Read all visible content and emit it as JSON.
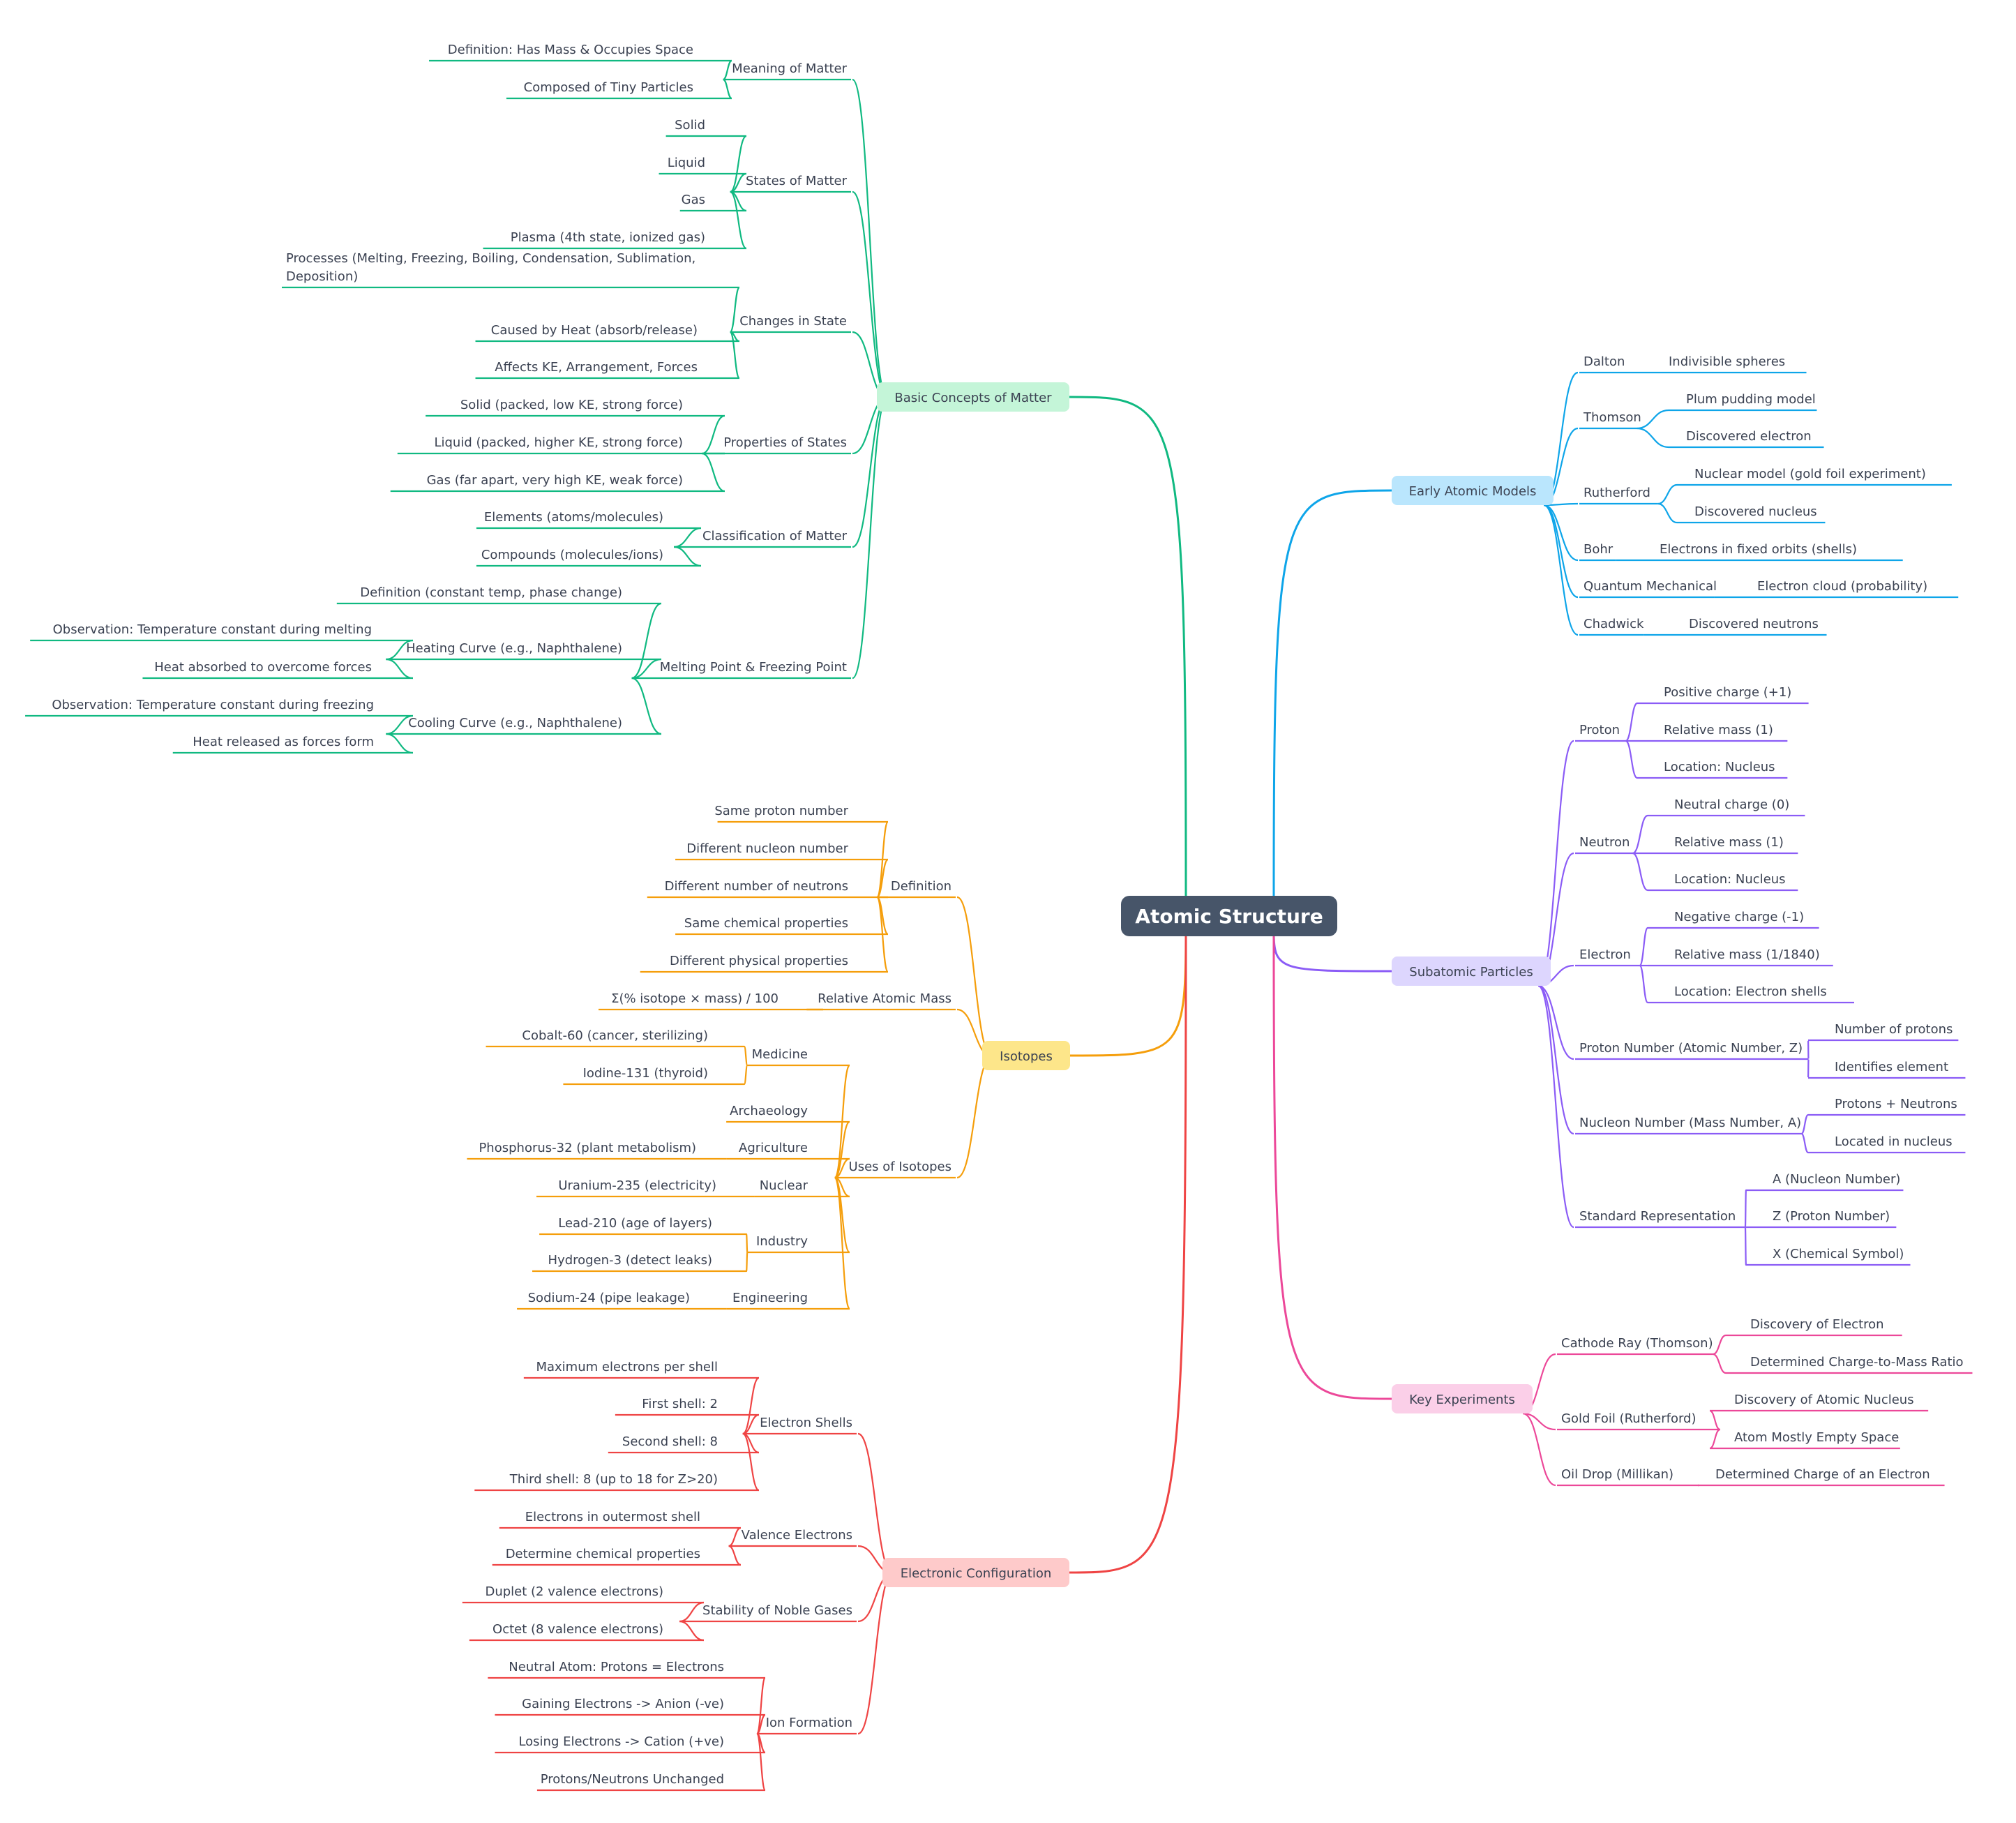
{
  "root": "Atomic Structure",
  "colors": {
    "root_bg": "#475569",
    "text": "#3b4252",
    "matter": "#10b981",
    "matter_bg": "#c4f5d8",
    "isotopes": "#f59e0b",
    "isotopes_bg": "#fde68a",
    "config": "#ef4444",
    "config_bg": "#fecaca",
    "models": "#0ea5e9",
    "models_bg": "#bae6fd",
    "subatomic": "#8b5cf6",
    "subatomic_bg": "#ddd6fe",
    "experiments": "#ec4899",
    "experiments_bg": "#fbcfe8"
  },
  "branches": {
    "matter": {
      "label": "Basic Concepts of Matter",
      "children": [
        {
          "label": "Meaning of Matter",
          "children": [
            {
              "label": "Definition: Has Mass & Occupies Space"
            },
            {
              "label": "Composed of Tiny Particles"
            }
          ]
        },
        {
          "label": "States of Matter",
          "children": [
            {
              "label": "Solid"
            },
            {
              "label": "Liquid"
            },
            {
              "label": "Gas"
            },
            {
              "label": "Plasma (4th state, ionized gas)"
            }
          ]
        },
        {
          "label": "Changes in State",
          "children": [
            {
              "label": "Processes (Melting, Freezing, Boiling, Condensation, Sublimation, Deposition)"
            },
            {
              "label": "Caused by Heat (absorb/release)"
            },
            {
              "label": "Affects KE, Arrangement, Forces"
            }
          ]
        },
        {
          "label": "Properties of States",
          "children": [
            {
              "label": "Solid (packed, low KE, strong force)"
            },
            {
              "label": "Liquid (packed, higher KE, strong force)"
            },
            {
              "label": "Gas (far apart, very high KE, weak force)"
            }
          ]
        },
        {
          "label": "Classification of Matter",
          "children": [
            {
              "label": "Elements (atoms/molecules)"
            },
            {
              "label": "Compounds (molecules/ions)"
            }
          ]
        },
        {
          "label": "Melting Point & Freezing Point",
          "children": [
            {
              "label": "Definition (constant temp, phase change)"
            },
            {
              "label": "Heating Curve (e.g., Naphthalene)",
              "children": [
                {
                  "label": "Observation: Temperature constant during melting"
                },
                {
                  "label": "Heat absorbed to overcome forces"
                }
              ]
            },
            {
              "label": "Cooling Curve (e.g., Naphthalene)",
              "children": [
                {
                  "label": "Observation: Temperature constant during freezing"
                },
                {
                  "label": "Heat released as forces form"
                }
              ]
            }
          ]
        }
      ]
    },
    "isotopes": {
      "label": "Isotopes",
      "children": [
        {
          "label": "Definition",
          "children": [
            {
              "label": "Same proton number"
            },
            {
              "label": "Different nucleon number"
            },
            {
              "label": "Different number of neutrons"
            },
            {
              "label": "Same chemical properties"
            },
            {
              "label": "Different physical properties"
            }
          ]
        },
        {
          "label": "Relative Atomic Mass",
          "children": [
            {
              "label": "Σ(% isotope × mass) / 100"
            }
          ]
        },
        {
          "label": "Uses of Isotopes",
          "children": [
            {
              "label": "Medicine",
              "children": [
                {
                  "label": "Cobalt-60 (cancer, sterilizing)"
                },
                {
                  "label": "Iodine-131 (thyroid)"
                }
              ]
            },
            {
              "label": "Archaeology"
            },
            {
              "label": "Agriculture",
              "children": [
                {
                  "label": "Phosphorus-32 (plant metabolism)"
                }
              ]
            },
            {
              "label": "Nuclear",
              "children": [
                {
                  "label": "Uranium-235 (electricity)"
                }
              ]
            },
            {
              "label": "Industry",
              "children": [
                {
                  "label": "Lead-210 (age of layers)"
                },
                {
                  "label": "Hydrogen-3 (detect leaks)"
                }
              ]
            },
            {
              "label": "Engineering",
              "children": [
                {
                  "label": "Sodium-24 (pipe leakage)"
                }
              ]
            }
          ]
        }
      ]
    },
    "config": {
      "label": "Electronic Configuration",
      "children": [
        {
          "label": "Electron Shells",
          "children": [
            {
              "label": "Maximum electrons per shell"
            },
            {
              "label": "First shell: 2"
            },
            {
              "label": "Second shell: 8"
            },
            {
              "label": "Third shell: 8 (up to 18 for Z>20)"
            }
          ]
        },
        {
          "label": "Valence Electrons",
          "children": [
            {
              "label": "Electrons in outermost shell"
            },
            {
              "label": "Determine chemical properties"
            }
          ]
        },
        {
          "label": "Stability of Noble Gases",
          "children": [
            {
              "label": "Duplet (2 valence electrons)"
            },
            {
              "label": "Octet (8 valence electrons)"
            }
          ]
        },
        {
          "label": "Ion Formation",
          "children": [
            {
              "label": "Neutral Atom: Protons = Electrons"
            },
            {
              "label": "Gaining Electrons -> Anion (-ve)"
            },
            {
              "label": "Losing Electrons -> Cation (+ve)"
            },
            {
              "label": "Protons/Neutrons Unchanged"
            }
          ]
        }
      ]
    },
    "models": {
      "label": "Early Atomic Models",
      "children": [
        {
          "label": "Dalton",
          "children": [
            {
              "label": "Indivisible spheres"
            }
          ]
        },
        {
          "label": "Thomson",
          "children": [
            {
              "label": "Plum pudding model"
            },
            {
              "label": "Discovered electron"
            }
          ]
        },
        {
          "label": "Rutherford",
          "children": [
            {
              "label": "Nuclear model (gold foil experiment)"
            },
            {
              "label": "Discovered nucleus"
            }
          ]
        },
        {
          "label": "Bohr",
          "children": [
            {
              "label": "Electrons in fixed orbits (shells)"
            }
          ]
        },
        {
          "label": "Quantum Mechanical",
          "children": [
            {
              "label": "Electron cloud (probability)"
            }
          ]
        },
        {
          "label": "Chadwick",
          "children": [
            {
              "label": "Discovered neutrons"
            }
          ]
        }
      ]
    },
    "subatomic": {
      "label": "Subatomic Particles",
      "children": [
        {
          "label": "Proton",
          "children": [
            {
              "label": "Positive charge (+1)"
            },
            {
              "label": "Relative mass (1)"
            },
            {
              "label": "Location: Nucleus"
            }
          ]
        },
        {
          "label": "Neutron",
          "children": [
            {
              "label": "Neutral charge (0)"
            },
            {
              "label": "Relative mass (1)"
            },
            {
              "label": "Location: Nucleus"
            }
          ]
        },
        {
          "label": "Electron",
          "children": [
            {
              "label": "Negative charge (-1)"
            },
            {
              "label": "Relative mass (1/1840)"
            },
            {
              "label": "Location: Electron shells"
            }
          ]
        },
        {
          "label": "Proton Number (Atomic Number, Z)",
          "children": [
            {
              "label": "Number of protons"
            },
            {
              "label": "Identifies element"
            }
          ]
        },
        {
          "label": "Nucleon Number (Mass Number, A)",
          "children": [
            {
              "label": "Protons + Neutrons"
            },
            {
              "label": "Located in nucleus"
            }
          ]
        },
        {
          "label": "Standard Representation",
          "children": [
            {
              "label": "A (Nucleon Number)"
            },
            {
              "label": "Z (Proton Number)"
            },
            {
              "label": "X (Chemical Symbol)"
            }
          ]
        }
      ]
    },
    "experiments": {
      "label": "Key Experiments",
      "children": [
        {
          "label": "Cathode Ray (Thomson)",
          "children": [
            {
              "label": "Discovery of Electron"
            },
            {
              "label": "Determined Charge-to-Mass Ratio"
            }
          ]
        },
        {
          "label": "Gold Foil (Rutherford)",
          "children": [
            {
              "label": "Discovery of Atomic Nucleus"
            },
            {
              "label": "Atom Mostly Empty Space"
            }
          ]
        },
        {
          "label": "Oil Drop (Millikan)",
          "children": [
            {
              "label": "Determined Charge of an Electron"
            }
          ]
        }
      ]
    }
  }
}
